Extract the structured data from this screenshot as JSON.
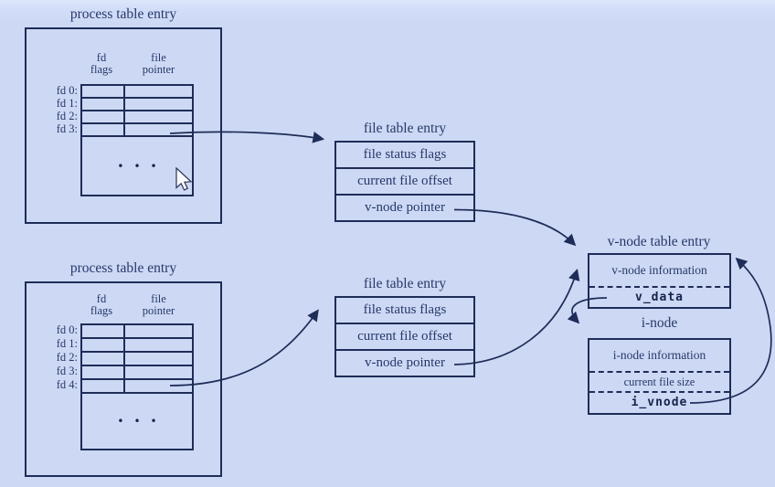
{
  "colors": {
    "background": "#cdd9f4",
    "line": "#1e2c58",
    "text": "#27376b",
    "mono": "#16244d"
  },
  "process_table_top": {
    "title": "process table entry",
    "col_header_fd": "fd\nflags",
    "col_header_file": "file\npointer",
    "row_labels": [
      "fd 0:",
      "fd 1:",
      "fd 2:",
      "fd 3:"
    ],
    "ellipsis": "•••"
  },
  "process_table_bottom": {
    "title": "process table entry",
    "col_header_fd": "fd\nflags",
    "col_header_file": "file\npointer",
    "row_labels": [
      "fd 0:",
      "fd 1:",
      "fd 2:",
      "fd 3:",
      "fd 4:"
    ],
    "ellipsis": "•••"
  },
  "file_table_top": {
    "title": "file table entry",
    "rows": [
      "file status flags",
      "current file offset",
      "v-node pointer"
    ]
  },
  "file_table_bottom": {
    "title": "file table entry",
    "rows": [
      "file status flags",
      "current file offset",
      "v-node pointer"
    ]
  },
  "vnode_table": {
    "title": "v-node table entry",
    "row_info": "v-node information",
    "row_data": "v_data"
  },
  "inode": {
    "title": "i-node",
    "row_info": "i-node information",
    "row_size": "current file size",
    "row_vnode": "i_vnode"
  }
}
